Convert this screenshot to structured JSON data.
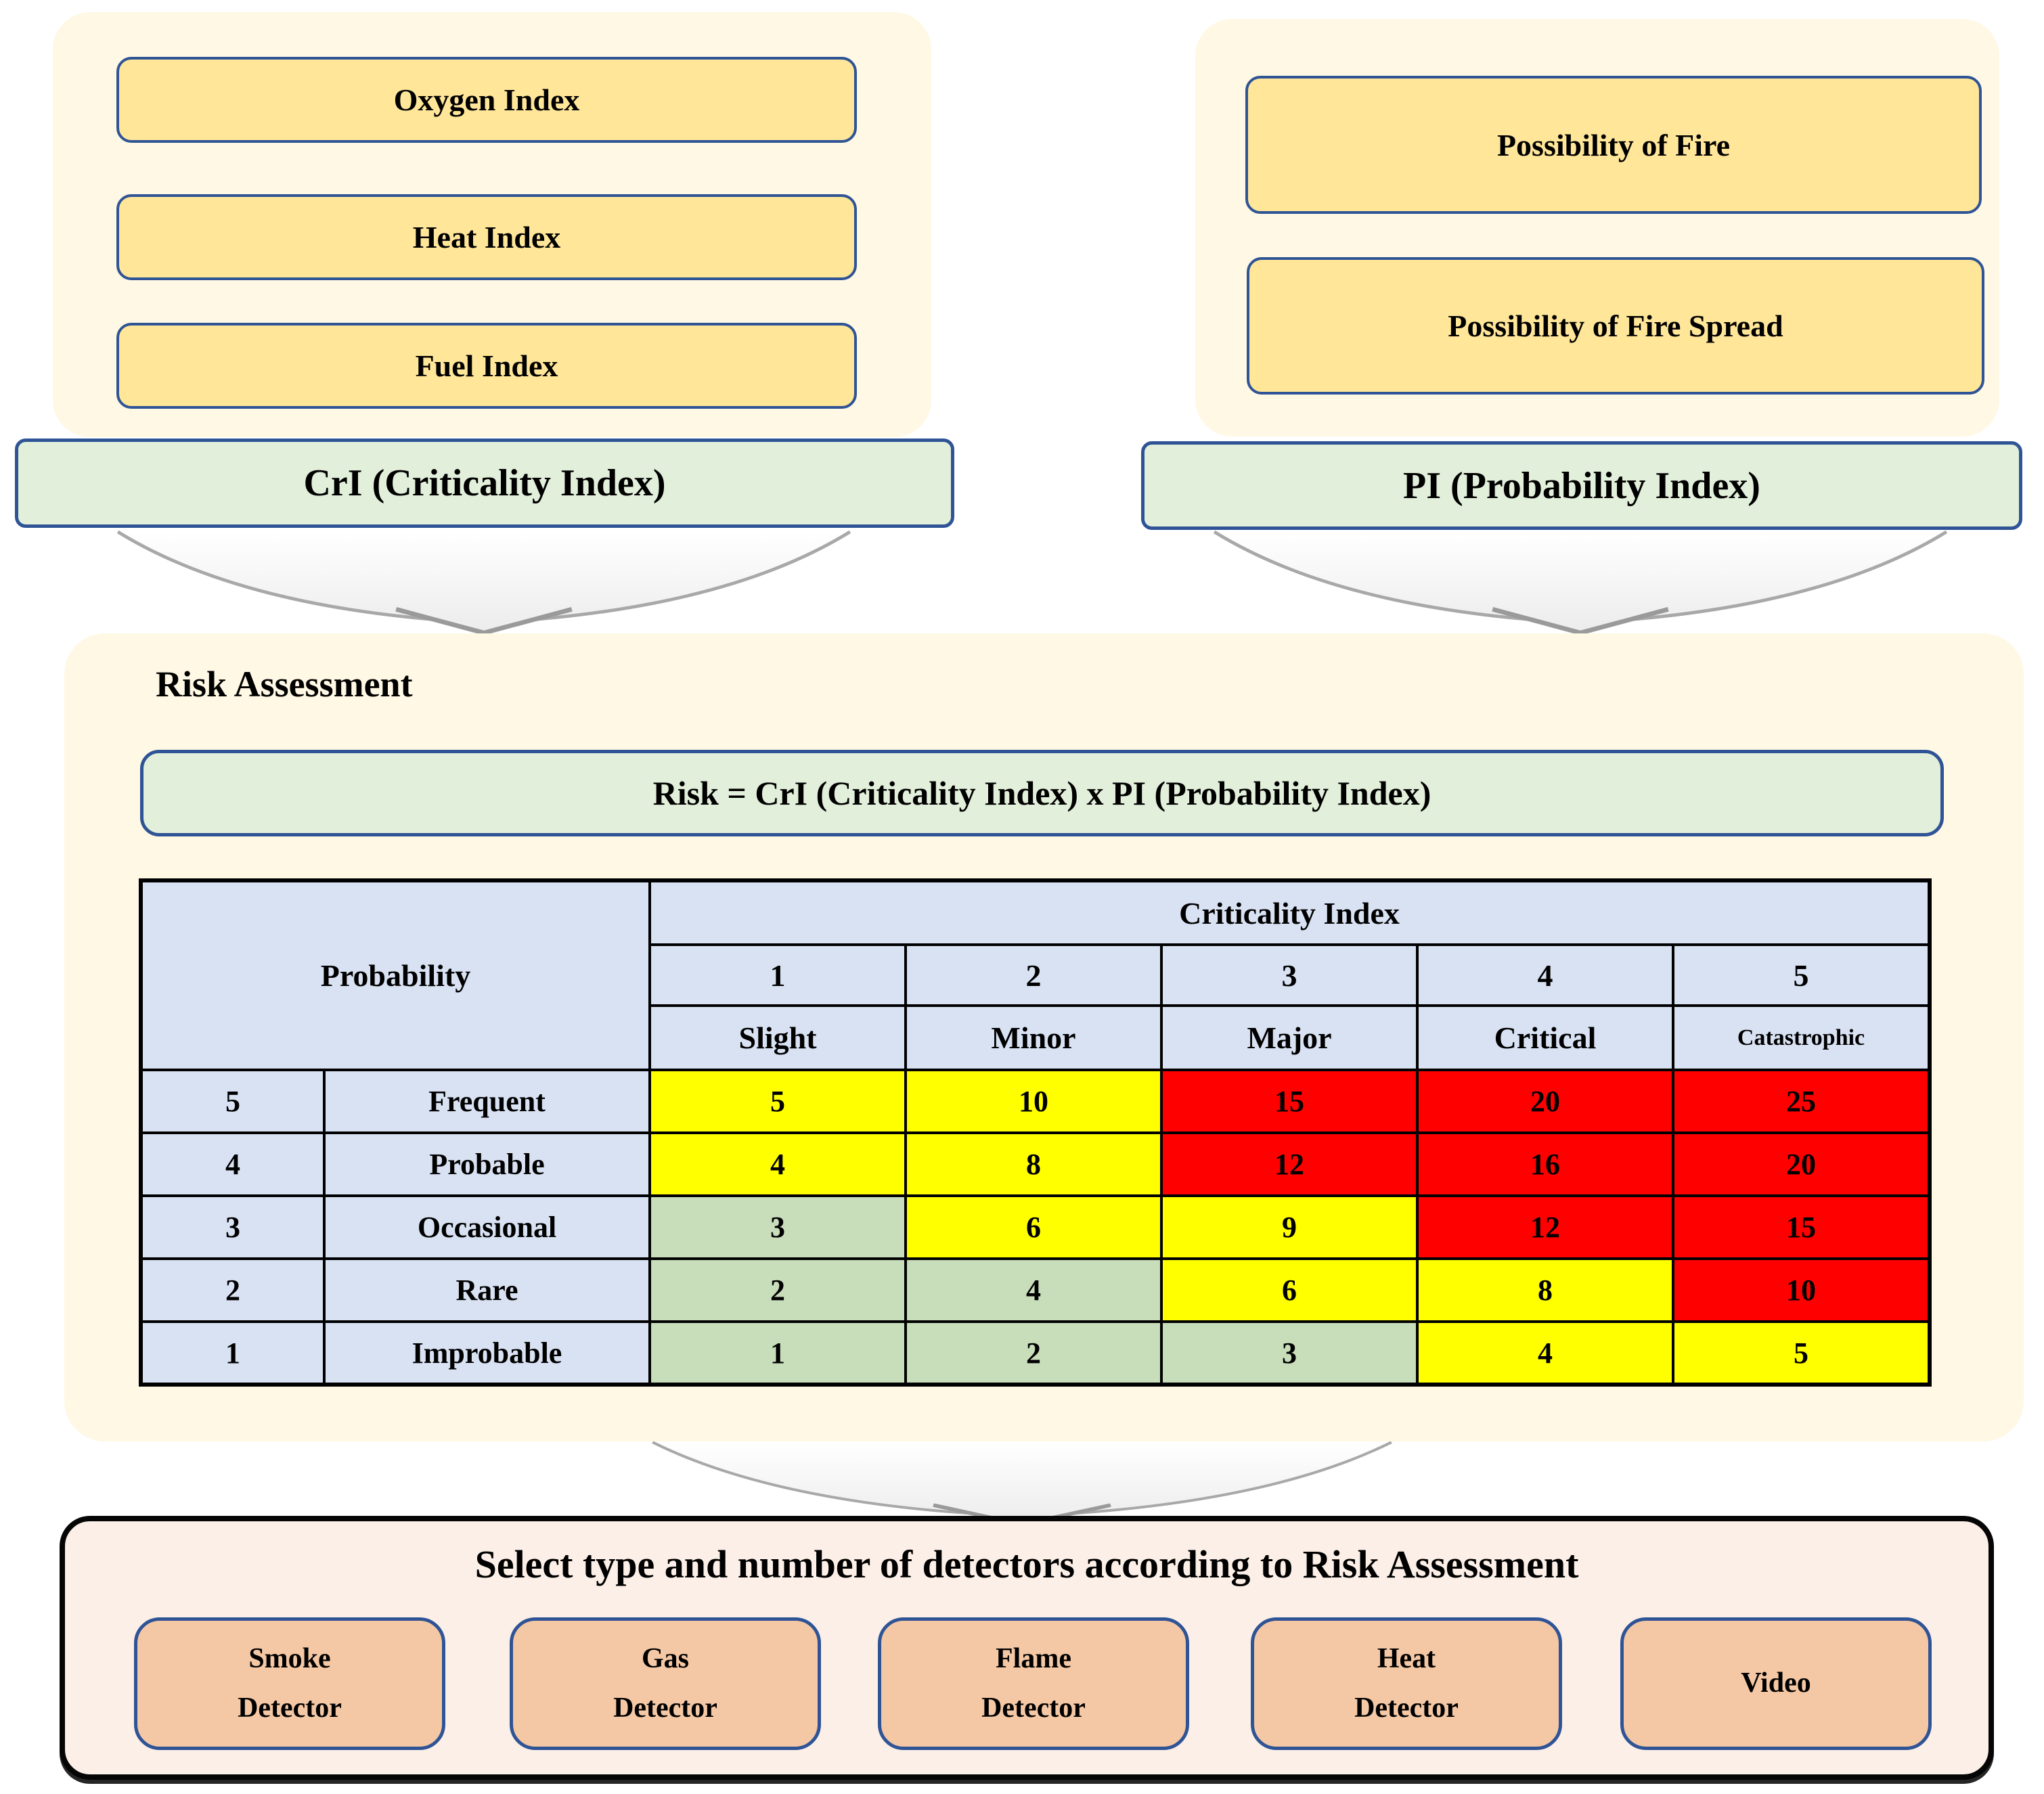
{
  "colors": {
    "panel_cream": "#FEF8E4",
    "box_yellow": "#FFE699",
    "box_green": "#E2EFDA",
    "border_blue": "#2F5496",
    "table_header_blue": "#D9E2F3",
    "risk_low_green": "#C8DDBA",
    "risk_medium_yellow": "#FFFF00",
    "risk_high_red": "#FF0000",
    "panel_peach": "#FBEFE7",
    "box_salmon": "#F5C8A5"
  },
  "criticality_inputs": {
    "items": [
      {
        "label": "Oxygen Index"
      },
      {
        "label": "Heat Index"
      },
      {
        "label": "Fuel Index"
      }
    ],
    "result_label": "CrI (Criticality Index)"
  },
  "probability_inputs": {
    "items": [
      {
        "label": "Possibility of Fire"
      },
      {
        "label": "Possibility of Fire Spread"
      }
    ],
    "result_label": "PI (Probability Index)"
  },
  "risk": {
    "title": "Risk Assessment",
    "formula": "Risk = CrI (Criticality Index) x PI (Probability Index)",
    "table": {
      "corner_label": "Probability",
      "group_header": "Criticality Index",
      "column_numbers": [
        "1",
        "2",
        "3",
        "4",
        "5"
      ],
      "column_labels": [
        "Slight",
        "Minor",
        "Major",
        "Critical",
        "Catastrophic"
      ],
      "rows": [
        {
          "number": "5",
          "label": "Frequent",
          "cells": [
            {
              "value": "5",
              "color": "yellow"
            },
            {
              "value": "10",
              "color": "yellow"
            },
            {
              "value": "15",
              "color": "red"
            },
            {
              "value": "20",
              "color": "red"
            },
            {
              "value": "25",
              "color": "red"
            }
          ]
        },
        {
          "number": "4",
          "label": "Probable",
          "cells": [
            {
              "value": "4",
              "color": "yellow"
            },
            {
              "value": "8",
              "color": "yellow"
            },
            {
              "value": "12",
              "color": "red"
            },
            {
              "value": "16",
              "color": "red"
            },
            {
              "value": "20",
              "color": "red"
            }
          ]
        },
        {
          "number": "3",
          "label": "Occasional",
          "cells": [
            {
              "value": "3",
              "color": "green"
            },
            {
              "value": "6",
              "color": "yellow"
            },
            {
              "value": "9",
              "color": "yellow"
            },
            {
              "value": "12",
              "color": "red"
            },
            {
              "value": "15",
              "color": "red"
            }
          ]
        },
        {
          "number": "2",
          "label": "Rare",
          "cells": [
            {
              "value": "2",
              "color": "green"
            },
            {
              "value": "4",
              "color": "green"
            },
            {
              "value": "6",
              "color": "yellow"
            },
            {
              "value": "8",
              "color": "yellow"
            },
            {
              "value": "10",
              "color": "red"
            }
          ]
        },
        {
          "number": "1",
          "label": "Improbable",
          "cells": [
            {
              "value": "1",
              "color": "green"
            },
            {
              "value": "2",
              "color": "green"
            },
            {
              "value": "3",
              "color": "green"
            },
            {
              "value": "4",
              "color": "yellow"
            },
            {
              "value": "5",
              "color": "yellow"
            }
          ]
        }
      ]
    }
  },
  "detectors": {
    "title": "Select type and number of detectors according to Risk Assessment",
    "items": [
      {
        "line1": "Smoke",
        "line2": "Detector"
      },
      {
        "line1": "Gas",
        "line2": "Detector"
      },
      {
        "line1": "Flame",
        "line2": "Detector"
      },
      {
        "line1": "Heat",
        "line2": "Detector"
      },
      {
        "line1": "Video"
      }
    ]
  }
}
